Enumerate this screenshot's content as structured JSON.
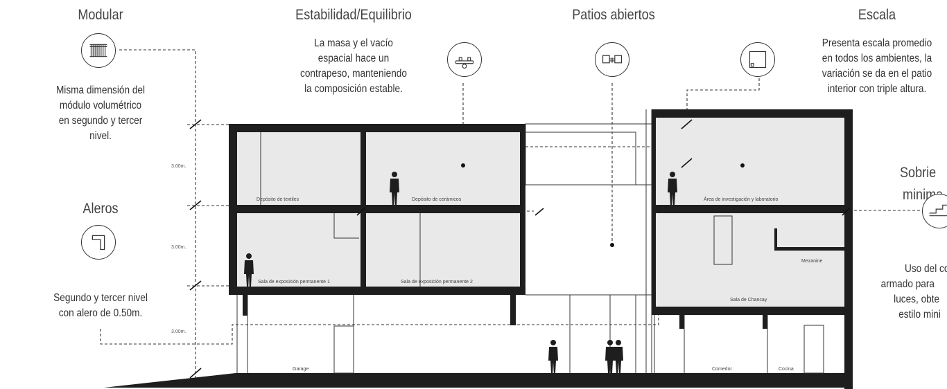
{
  "concepts": {
    "modular": {
      "title": "Modular",
      "icon": "modular-grid-icon",
      "text": [
        "Misma dimensión del",
        "módulo volumétrico",
        "en segundo y tercer",
        "nivel."
      ]
    },
    "estabilidad": {
      "title": "Estabilidad/Equilibrio",
      "icon": "balance-icon",
      "text": [
        "La masa y el vacío",
        "espacial hace un",
        "contrapeso, manteniendo",
        "la composición estable."
      ]
    },
    "patios": {
      "title": "Patios abiertos",
      "icon": "open-patio-icon",
      "text": []
    },
    "escala": {
      "title": "Escala",
      "icon": "scale-square-icon",
      "text": [
        "Presenta escala promedio",
        "en todos los ambientes, la",
        "variación se da en el patio",
        "interior con triple altura."
      ]
    },
    "aleros": {
      "title": "Aleros",
      "icon": "eave-icon",
      "text": [
        "Segundo y tercer nivel",
        "con alero de 0.50m."
      ]
    },
    "sobriedad": {
      "title": "Sobrie",
      "title2": "minima",
      "icon": "stair-icon",
      "text": [
        "Uso del co",
        "armado para",
        "luces, obte",
        "estilo mini"
      ]
    }
  },
  "rooms": {
    "deposito_textiles": "Depósito de textiles",
    "deposito_ceramicos": "Depósito de cerámicos",
    "investigacion": "Área de investigación y laboratorio",
    "sala_1": "Sala de exposición permanente 1",
    "sala_2": "Sala de exposición permanente 2",
    "mezanine": "Mezanine",
    "chancay": "Sala de Chancay",
    "garage": "Garage",
    "comedor": "Comedor",
    "cocina": "Cocina"
  },
  "dimensions": {
    "level_3": "3.00m.",
    "level_2": "3.00m.",
    "level_1": "3.00m."
  },
  "colors": {
    "structure": "#1e1e1e",
    "room_fill": "#e9e9e9",
    "line": "#333333"
  }
}
